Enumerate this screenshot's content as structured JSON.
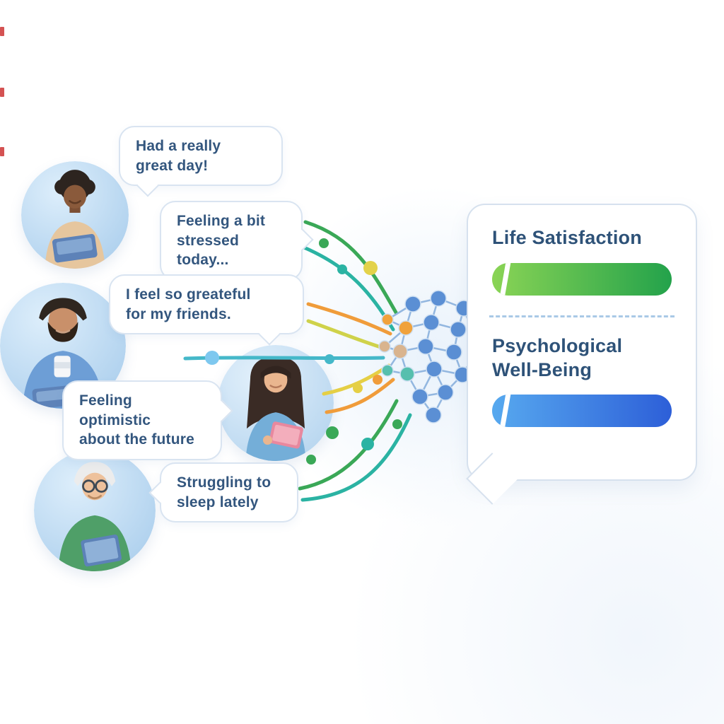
{
  "bubbles": [
    {
      "text": "Had a really\ngreat day!"
    },
    {
      "text": "Feeling a bit\nstressed today..."
    },
    {
      "text": "I feel so greateful\nfor my friends."
    },
    {
      "text": "Feeling optimistic\nabout the future"
    },
    {
      "text": "Struggling to\nsleep lately"
    }
  ],
  "panel": {
    "life_satisfaction_label": "Life Satisfaction",
    "well_being_label": "Psychological\nWell-Being"
  },
  "avatars": [
    {
      "name": "person-curly-hair-with-laptop"
    },
    {
      "name": "person-beard-with-coffee-and-laptop"
    },
    {
      "name": "woman-long-hair-with-tablet"
    },
    {
      "name": "elderly-man-glasses-with-tablet"
    }
  ],
  "colors": {
    "bubble_border": "#d9e4f1",
    "bubble_text": "#33567e",
    "heading_text": "#2e5278",
    "bar_green_start": "#8ad455",
    "bar_green_end": "#23a24b",
    "bar_blue_start": "#57a9ef",
    "bar_blue_end": "#2d5fd8",
    "line_green": "#3aa857",
    "line_teal": "#2bb3a3",
    "line_orange": "#f09c3a",
    "line_yellow": "#e5cf45",
    "line_lightblue": "#7ec8ef",
    "network_node_blue": "#5b8fd4",
    "divider_dashed": "#a9c9e6"
  }
}
